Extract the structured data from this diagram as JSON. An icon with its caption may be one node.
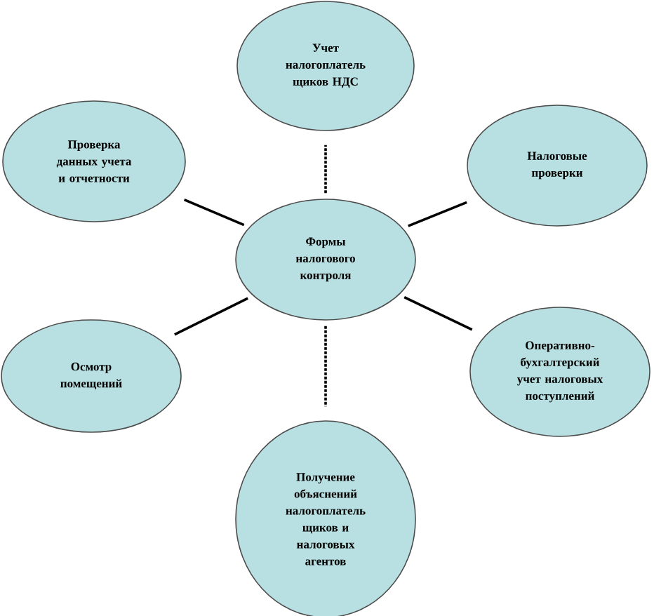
{
  "diagram": {
    "nodes": [
      {
        "text": [
          "Учет налогоплатель щиков НДС"
        ]
      },
      {
        "text": [
          "Проверка данных учета и отчетности"
        ]
      },
      {
        "text": [
          "Налоговые проверки"
        ]
      },
      {
        "text": [
          "Формы налогового контроля"
        ]
      },
      {
        "text": [
          "Осмотр помещений"
        ]
      },
      {
        "text": [
          "Оперативно- бухгалтерский учет налоговых поступлений"
        ]
      },
      {
        "text": [
          "Получение объяснений налогоплатель щиков и налоговых агентов"
        ]
      }
    ],
    "edges": [
      {
        "from": 3,
        "to": 0,
        "arrow": "none",
        "style": "dashed"
      },
      {
        "from": 3,
        "to": 1,
        "arrow": "none"
      },
      {
        "from": 3,
        "to": 2,
        "arrow": "none"
      },
      {
        "from": 3,
        "to": 4,
        "arrow": "none"
      },
      {
        "from": 3,
        "to": 5,
        "arrow": "none"
      },
      {
        "from": 3,
        "to": 6,
        "arrow": "none",
        "style": "dashed"
      }
    ]
  }
}
